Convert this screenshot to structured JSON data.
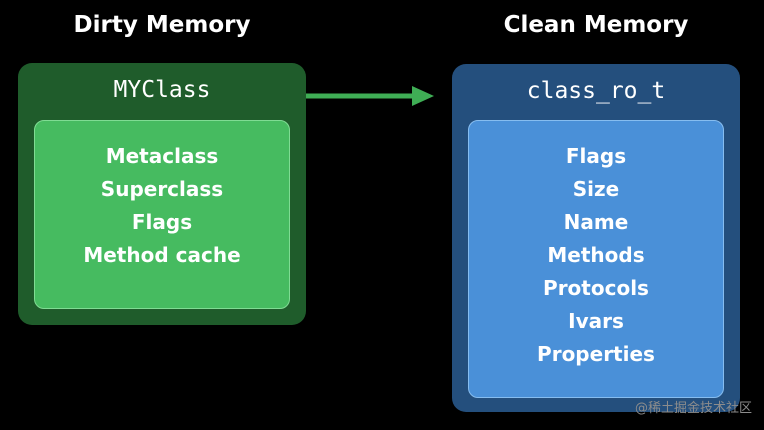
{
  "dirty": {
    "heading": "Dirty Memory",
    "class_name": "MYClass",
    "fields": [
      "Metaclass",
      "Superclass",
      "Flags",
      "Method cache"
    ]
  },
  "clean": {
    "heading": "Clean Memory",
    "class_name": "class_ro_t",
    "fields": [
      "Flags",
      "Size",
      "Name",
      "Methods",
      "Protocols",
      "Ivars",
      "Properties"
    ]
  },
  "watermark": "@稀土掘金技术社区",
  "colors": {
    "background": "#000000",
    "dirty_outer": "#1f5c2b",
    "dirty_inner": "#46bb60",
    "clean_outer": "#244f7d",
    "clean_inner": "#4a90d8",
    "arrow": "#3fae55"
  },
  "icons": {
    "arrow": "right-arrow-icon"
  }
}
